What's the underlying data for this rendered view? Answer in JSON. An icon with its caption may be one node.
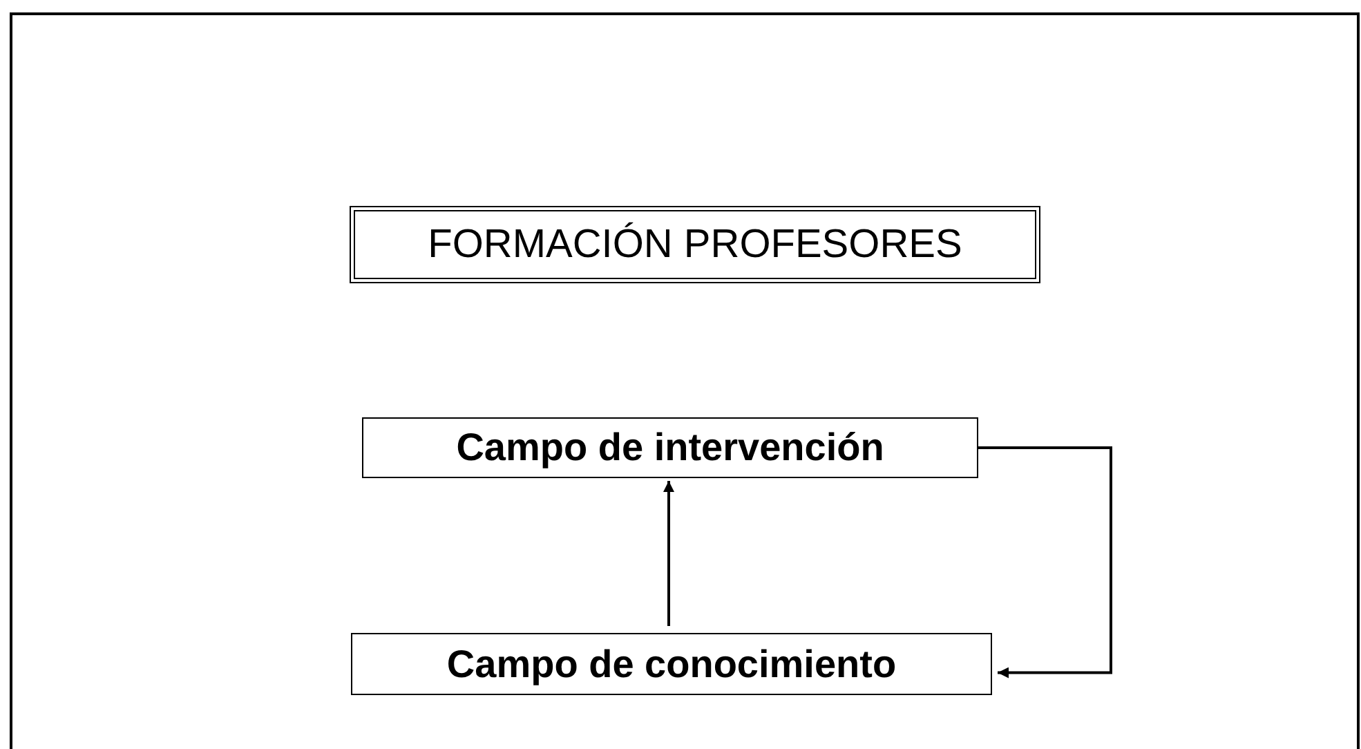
{
  "diagram": {
    "nodes": [
      {
        "text": [
          "FORMACIÓN PROFESORES"
        ]
      },
      {
        "text": [
          "Campo de intervención"
        ]
      },
      {
        "text": [
          "Campo de conocimiento"
        ]
      }
    ],
    "edges": [
      {
        "from": 2,
        "to": 1,
        "arrow": "to"
      },
      {
        "from": 1,
        "to": 2,
        "arrow": "to"
      }
    ]
  }
}
